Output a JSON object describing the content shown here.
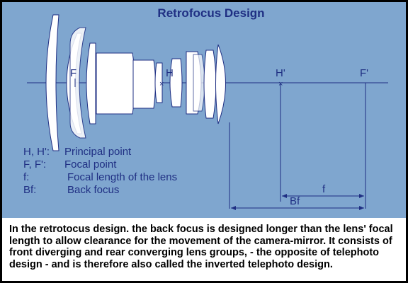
{
  "title": "Retrofocus Design",
  "labels": {
    "F": "F",
    "H": "H",
    "H_prime": "H'",
    "F_prime": "F'",
    "f": "f",
    "Bf": "Bf"
  },
  "legend": [
    {
      "term": "H, H':",
      "definition": "Principal point"
    },
    {
      "term": "F, F':",
      "definition": "Focal point"
    },
    {
      "term": "f:",
      "definition": "Focal length of the lens"
    },
    {
      "term": "Bf:",
      "definition": "Back focus"
    }
  ],
  "caption": "In the retrotocus design. the back focus is  designed longer than the lens' focal length to allow clearance for the movement of the camera-mirror. It consists of front diverging and rear converging lens groups, - the opposite of telephoto design - and is therefore also called the inverted telephoto design.",
  "colors": {
    "background": "#7fa6cf",
    "ink": "#1f2f83",
    "lens": "#ffffff"
  }
}
